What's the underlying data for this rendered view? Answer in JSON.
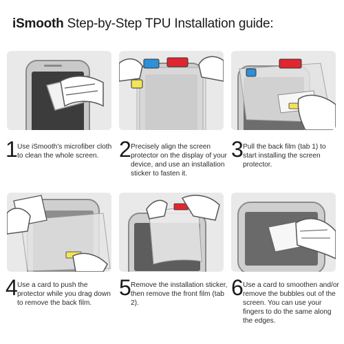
{
  "header": {
    "brand": "iSmooth",
    "title_rest": " Step-by-Step TPU Installation guide:"
  },
  "steps": [
    {
      "number": "1",
      "text": "Use iSmooth's microfiber cloth to clean the whole screen."
    },
    {
      "number": "2",
      "text": "Precisely align the screen protector on the display of your device, and use an installation sticker to fasten it."
    },
    {
      "number": "3",
      "text": "Pull the back film (tab 1) to start installing the screen protector."
    },
    {
      "number": "4",
      "text": "Use a card to push the protector while you drag down to remove the back film."
    },
    {
      "number": "5",
      "text": "Remove the installation sticker, then remove the front film (tab 2)."
    },
    {
      "number": "6",
      "text": "Use a card to smoothen and/or remove the bubbles out of the screen. You can use your fingers to do the same along the edges."
    }
  ],
  "icons": {
    "step1": "phone-cleaning-cloth-illustration",
    "step2": "phone-align-protector-illustration",
    "step3": "phone-pull-tab-illustration",
    "step4": "phone-card-push-illustration",
    "step5": "phone-remove-front-film-illustration",
    "step6": "phone-card-smoothen-illustration"
  },
  "colors": {
    "tab_red": "#e0262f",
    "tab_blue": "#2f8fd8",
    "tab_yellow": "#f3e45a",
    "panel_bg": "#e9e9e9"
  }
}
